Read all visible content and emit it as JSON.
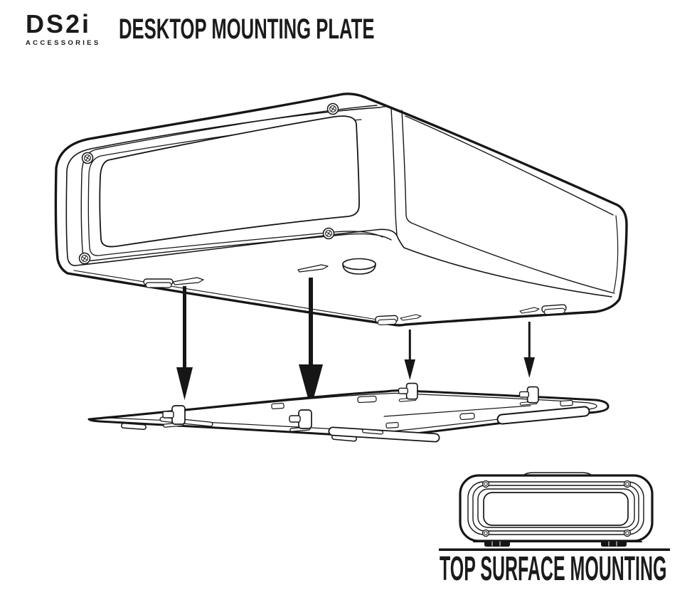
{
  "colors": {
    "ink": "#161616",
    "background": "#ffffff"
  },
  "header": {
    "logo_text": "DS2i",
    "logo_subtext": "ACCESSORIES",
    "title": "DESKTOP MOUNTING PLATE"
  },
  "main_diagram": {
    "description": "Speaker enclosure viewed from below, with four downward arrows aligning its base slots onto the four clips of the desktop mounting plate",
    "arrow_icon": "arrow-down",
    "arrow_count": 4,
    "clip_count": 4
  },
  "secondary_diagram": {
    "description": "Front view of speaker resting on a surface",
    "caption": "TOP SURFACE MOUNTING"
  }
}
